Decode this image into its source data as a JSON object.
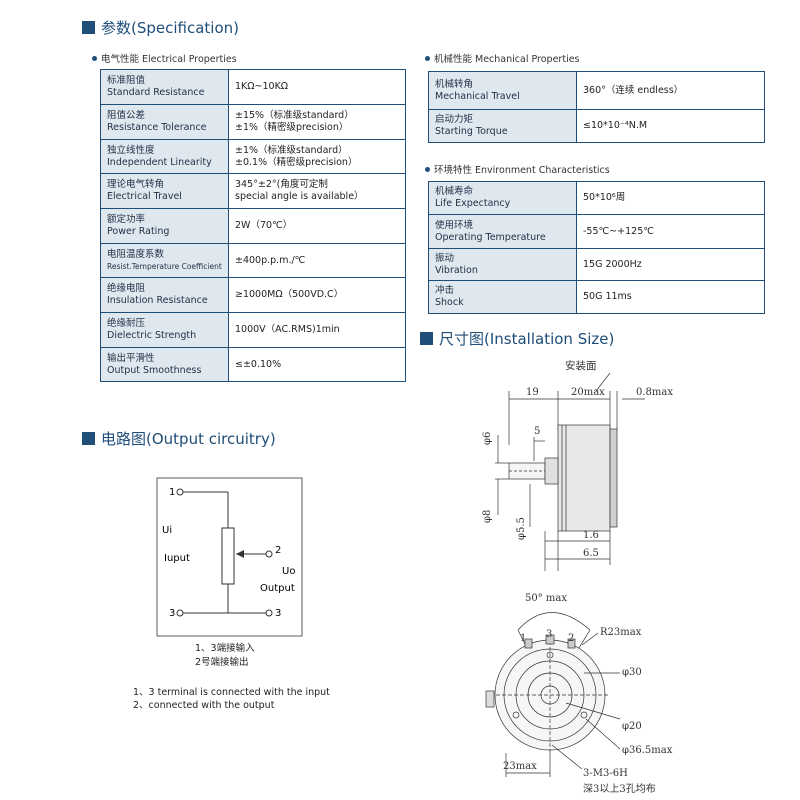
{
  "spec": {
    "title": "参数(Specification)",
    "electrical": {
      "heading": "电气性能 Electrical Properties",
      "rows": [
        {
          "cn": "标准阻值",
          "en": "Standard Resistance",
          "v1": "1KΩ~10KΩ",
          "v2": ""
        },
        {
          "cn": "阻值公差",
          "en": "Resistance Tolerance",
          "v1": "±15%（标准级standard）",
          "v2": "±1%（精密级precision）"
        },
        {
          "cn": "独立线性度",
          "en": "Independent Linearity",
          "v1": "±1%（标准级standard）",
          "v2": "±0.1%（精密级precision）"
        },
        {
          "cn": "理论电气转角",
          "en": "Electrical Travel",
          "v1": "345°±2°(角度可定制",
          "v2": "special angle is available）"
        },
        {
          "cn": "额定功率",
          "en": "Power Rating",
          "v1": "2W（70℃）",
          "v2": ""
        },
        {
          "cn": "电阻温度系数",
          "en": "Resist.Temperature Coefficient",
          "v1": "±400p.p.m./℃",
          "v2": ""
        },
        {
          "cn": "绝缘电阻",
          "en": "Insulation Resistance",
          "v1": "≥1000MΩ（500VD.C）",
          "v2": ""
        },
        {
          "cn": "绝缘耐压",
          "en": "Dielectric Strength",
          "v1": "1000V（AC.RMS)1min",
          "v2": ""
        },
        {
          "cn": "输出平滑性",
          "en": "Output Smoothness",
          "v1": "≤±0.10%",
          "v2": ""
        }
      ]
    },
    "mechanical": {
      "heading": "机械性能 Mechanical Properties",
      "rows": [
        {
          "cn": "机械转角",
          "en": "Mechanical Travel",
          "v1": "360°（连续 endless）"
        },
        {
          "cn": "启动力矩",
          "en": "Starting Torque",
          "v1": "≤10*10⁻⁴N.M"
        }
      ]
    },
    "environment": {
      "heading": "环境特性 Environment Characteristics",
      "rows": [
        {
          "cn": "机械寿命",
          "en": "Life Expectancy",
          "v1": "50*10⁶周"
        },
        {
          "cn": "使用环境",
          "en": "Operating Temperature",
          "v1": "-55℃~+125℃"
        },
        {
          "cn": "振动",
          "en": "Vibration",
          "v1": "15G 2000Hz"
        },
        {
          "cn": "冲击",
          "en": "Shock",
          "v1": "50G 11ms"
        }
      ]
    }
  },
  "installation": {
    "title": "尺寸图(Installation Size)",
    "mount_face": "安装面",
    "dim_19": "19",
    "dim_20max": "20max",
    "dim_08max": "0.8max",
    "dim_phi6": "φ6",
    "dim_5": "5",
    "dim_phi8": "φ8",
    "dim_phi55": "φ5.5",
    "dim_16": "1.6",
    "dim_65": "6.5",
    "dim_50max": "50° max",
    "dim_r23max": "R23max",
    "term_1": "1",
    "term_3": "3",
    "term_2": "2",
    "dim_phi30": "φ30",
    "dim_phi20": "φ20",
    "dim_phi365": "φ36.5max",
    "dim_23max": "23max",
    "dim_m3": "3-M3-6H",
    "dim_note": "深3以上3孔均布"
  },
  "circuit": {
    "title": "电路图(Output circuitry)",
    "pin1": "1",
    "pin2": "2",
    "pin3a": "3",
    "pin3b": "3",
    "ui": "Ui",
    "input": "Iuput",
    "uo": "Uo",
    "output": "Output",
    "cn_line1": "1、3端接输入",
    "cn_line2": "2号端接输出",
    "en_line1": "1、3 terminal is connected with the input",
    "en_line2": "2、connected with the output"
  },
  "colors": {
    "accent": "#1f4e79",
    "label_bg": "#dfe7ef"
  }
}
